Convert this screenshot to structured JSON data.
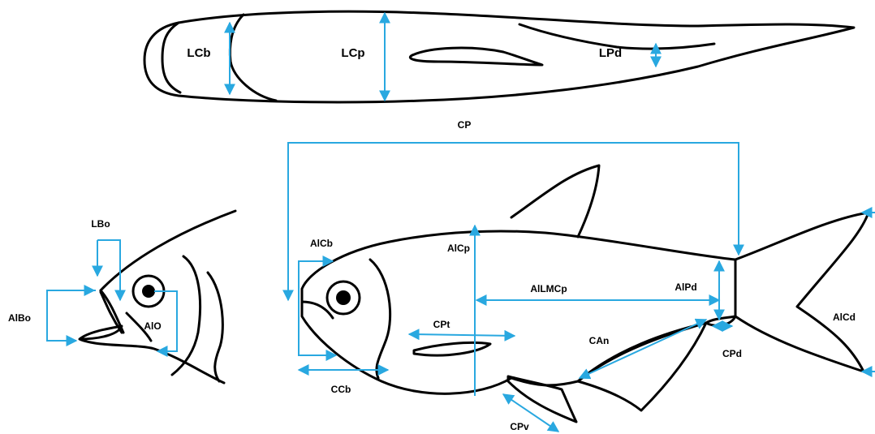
{
  "colors": {
    "measurement": "#29a8e0",
    "outline": "#000000"
  },
  "labels": {
    "lcb": "LCb",
    "lcp": "LCp",
    "lpd": "LPd",
    "cp": "CP",
    "lbo": "LBo",
    "albo": "AlBo",
    "alo": "AlO",
    "alcb": "AlCb",
    "alcp": "AlCp",
    "allmcp": "AlLMCp",
    "alpd": "AlPd",
    "alcd": "AlCd",
    "cpt": "CPt",
    "can": "CAn",
    "cpd": "CPd",
    "ccb": "CCb",
    "cpv": "CPv"
  }
}
